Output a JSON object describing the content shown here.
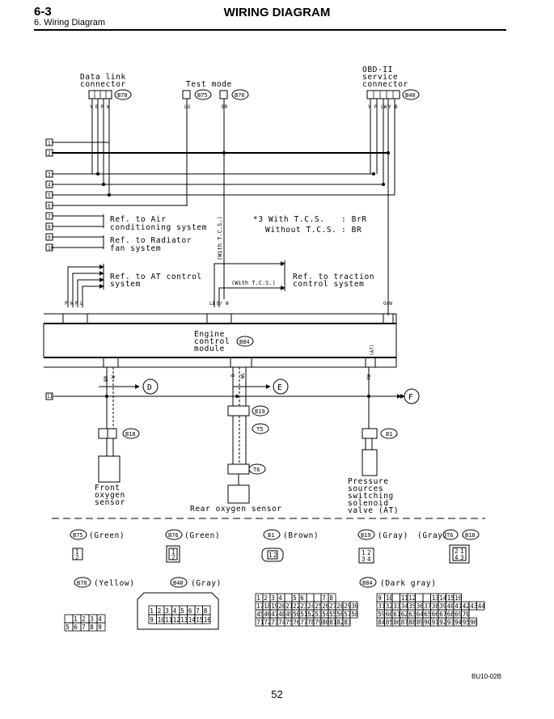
{
  "header": {
    "section": "6-3",
    "subtitle": "6. Wiring Diagram",
    "title": "WIRING DIAGRAM"
  },
  "figure_code": "BU10-02B",
  "page_number": "52",
  "left_terminals": [
    "1",
    "2",
    "3",
    "4",
    "5",
    "6",
    "7",
    "8",
    "9",
    "10",
    "11"
  ],
  "top": {
    "data_link": {
      "name_line1": "Data link",
      "name_line2": "connector",
      "id": "B78",
      "wires": [
        "Y",
        "B",
        "R",
        "W"
      ]
    },
    "test_mode": {
      "name": "Test mode",
      "id_left": "B75",
      "id_right": "B76",
      "wire_left": "LG",
      "wire_right": "BR"
    },
    "obd": {
      "name_line1": "OBD-II",
      "name_line2": "service",
      "name_line3": "connector",
      "id": "B40",
      "wires": [
        "Y",
        "R",
        "LW",
        "Y",
        "B"
      ]
    }
  },
  "refs": {
    "air": [
      "Ref. to Air",
      "conditioning system"
    ],
    "radiator": [
      "Ref. to Radiator",
      "fan system"
    ],
    "at": [
      "Ref. to AT control",
      "system"
    ],
    "traction": [
      "Ref. to traction",
      "control system"
    ],
    "with_tcs": "(With T.C.S.)",
    "vertical_with_tcs": "(With T.C.S.)"
  },
  "note": {
    "line1_label": "*3 With T.C.S.",
    "line1_value": ": BrR",
    "line2_label": "Without T.C.S.",
    "line2_value": ": BR"
  },
  "ecm": {
    "name_line1": "Engine",
    "name_line2": "control",
    "name_line3": "module",
    "id": "B84",
    "at_tag": "(AT)",
    "wire_orw": "OrW"
  },
  "ecm_wires": {
    "left_group": [
      "P",
      "W",
      "R",
      "L"
    ],
    "mid_group": [
      "LB",
      "Br",
      "W"
    ],
    "bottom_left": [
      "BR",
      "W"
    ],
    "bottom_mid": [
      "B",
      "WL"
    ],
    "bottom_right": "YW"
  },
  "offpage": {
    "d": "D",
    "e": "E",
    "f": "F"
  },
  "components": {
    "front_o2": {
      "name_line1": "Front",
      "name_line2": "oxygen",
      "name_line3": "sensor",
      "id": "B18"
    },
    "rear_o2": {
      "name": "Rear oxygen sensor",
      "id_a": "B19",
      "id_b": "T5",
      "id_c": "T6"
    },
    "solenoid": {
      "name_line1": "Pressure",
      "name_line2": "sources",
      "name_line3": "switching",
      "name_line4": "solenoid",
      "name_line5": "valve (AT)",
      "id": "B1"
    }
  },
  "legend": {
    "b75": {
      "id": "B75",
      "color": "(Green)",
      "pins": [
        "1",
        "2"
      ]
    },
    "b76": {
      "id": "B76",
      "color": "(Green)",
      "pins": [
        "1",
        "2"
      ]
    },
    "b1": {
      "id": "B1",
      "color": "(Brown)",
      "pins": [
        "1",
        "2"
      ]
    },
    "b19": {
      "id": "B19",
      "color": "(Gray)",
      "pins": [
        "1",
        "2",
        "3",
        "4"
      ]
    },
    "t6b18": {
      "color": "(Gray)",
      "id_a": "T6",
      "id_b": "B18",
      "pins": [
        "2",
        "1",
        "4",
        "3"
      ]
    },
    "b78": {
      "id": "B78",
      "color": "(Yellow)",
      "pins_top": [
        "1",
        "2",
        "3",
        "4"
      ],
      "pins_bottom": [
        "5",
        "6",
        "7",
        "8",
        "9"
      ]
    },
    "b40": {
      "id": "B40",
      "color": "(Gray)",
      "pins_top": [
        "1",
        "2",
        "3",
        "4",
        "5",
        "6",
        "7",
        "8"
      ],
      "pins_bottom": [
        "9",
        "10",
        "11",
        "12",
        "13",
        "14",
        "15",
        "16"
      ]
    },
    "b84": {
      "id": "B84",
      "color": "(Dark gray)"
    }
  }
}
